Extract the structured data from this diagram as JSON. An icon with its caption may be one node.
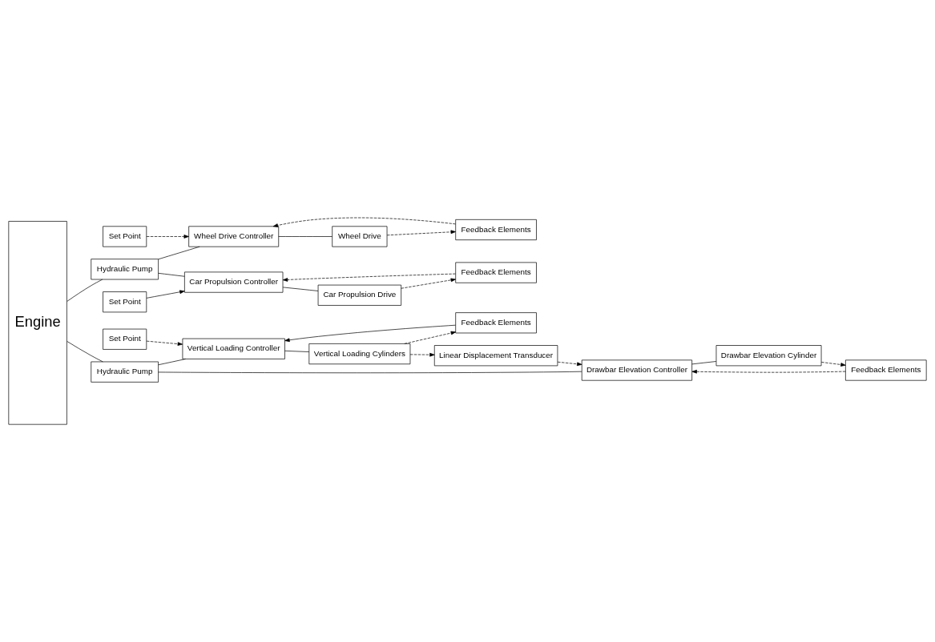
{
  "diagram": {
    "nodes": [
      {
        "text": [
          "Engine"
        ]
      },
      {
        "text": [
          "Set Point"
        ]
      },
      {
        "text": [
          "Feedback Elements"
        ]
      },
      {
        "text": [
          "Wheel Drive Controller"
        ]
      },
      {
        "text": [
          "Hydraulic Pump"
        ]
      },
      {
        "text": [
          "Wheel Drive"
        ]
      },
      {
        "text": [
          "Set Point"
        ]
      },
      {
        "text": [
          "Feedback Elements"
        ]
      },
      {
        "text": [
          "Car Propulsion Controller"
        ]
      },
      {
        "text": [
          "Car Propulsion Drive"
        ]
      },
      {
        "text": [
          "Feedback Elements"
        ]
      },
      {
        "text": [
          "Set Point"
        ]
      },
      {
        "text": [
          "Hydraulic Pump"
        ]
      },
      {
        "text": [
          "Linear Displacement Transducer"
        ]
      },
      {
        "text": [
          "Vertical Loading Controller"
        ]
      },
      {
        "text": [
          "Vertical Loading Cylinders"
        ]
      },
      {
        "text": [
          "Drawbar Elevation Controller"
        ]
      },
      {
        "text": [
          "Drawbar Elevation Cylinder"
        ]
      },
      {
        "text": [
          "Feedback Elements"
        ]
      }
    ],
    "edges": [
      {
        "from": 0,
        "to": 4,
        "arrow": "none"
      },
      {
        "from": 0,
        "to": 12,
        "arrow": "none"
      },
      {
        "from": 4,
        "to": 3,
        "arrow": "none"
      },
      {
        "from": 4,
        "to": 8,
        "arrow": "none"
      },
      {
        "from": 1,
        "to": 3,
        "arrow": "to",
        "style": "dashed"
      },
      {
        "from": 2,
        "to": 3,
        "arrow": "to",
        "style": "dashed"
      },
      {
        "from": 3,
        "to": 5,
        "arrow": "none"
      },
      {
        "from": 5,
        "to": 2,
        "arrow": "to",
        "style": "dashed"
      },
      {
        "from": 6,
        "to": 8,
        "arrow": "to"
      },
      {
        "from": 7,
        "to": 8,
        "arrow": "to",
        "style": "dashed"
      },
      {
        "from": 8,
        "to": 9,
        "arrow": "none"
      },
      {
        "from": 9,
        "to": 7,
        "arrow": "to",
        "style": "dashed"
      },
      {
        "from": 12,
        "to": 14,
        "arrow": "none"
      },
      {
        "from": 12,
        "to": 16,
        "arrow": "none"
      },
      {
        "from": 10,
        "to": 14,
        "arrow": "to"
      },
      {
        "from": 11,
        "to": 14,
        "arrow": "to",
        "style": "dashed"
      },
      {
        "from": 14,
        "to": 15,
        "arrow": "none"
      },
      {
        "from": 15,
        "to": 10,
        "arrow": "to",
        "style": "dashed"
      },
      {
        "from": 15,
        "to": 13,
        "arrow": "to",
        "style": "dashed"
      },
      {
        "from": 13,
        "to": 16,
        "arrow": "to",
        "style": "dashed"
      },
      {
        "from": 16,
        "to": 17,
        "arrow": "none"
      },
      {
        "from": 17,
        "to": 18,
        "arrow": "to",
        "style": "dashed"
      },
      {
        "from": 18,
        "to": 16,
        "arrow": "to",
        "style": "dashed"
      }
    ]
  }
}
